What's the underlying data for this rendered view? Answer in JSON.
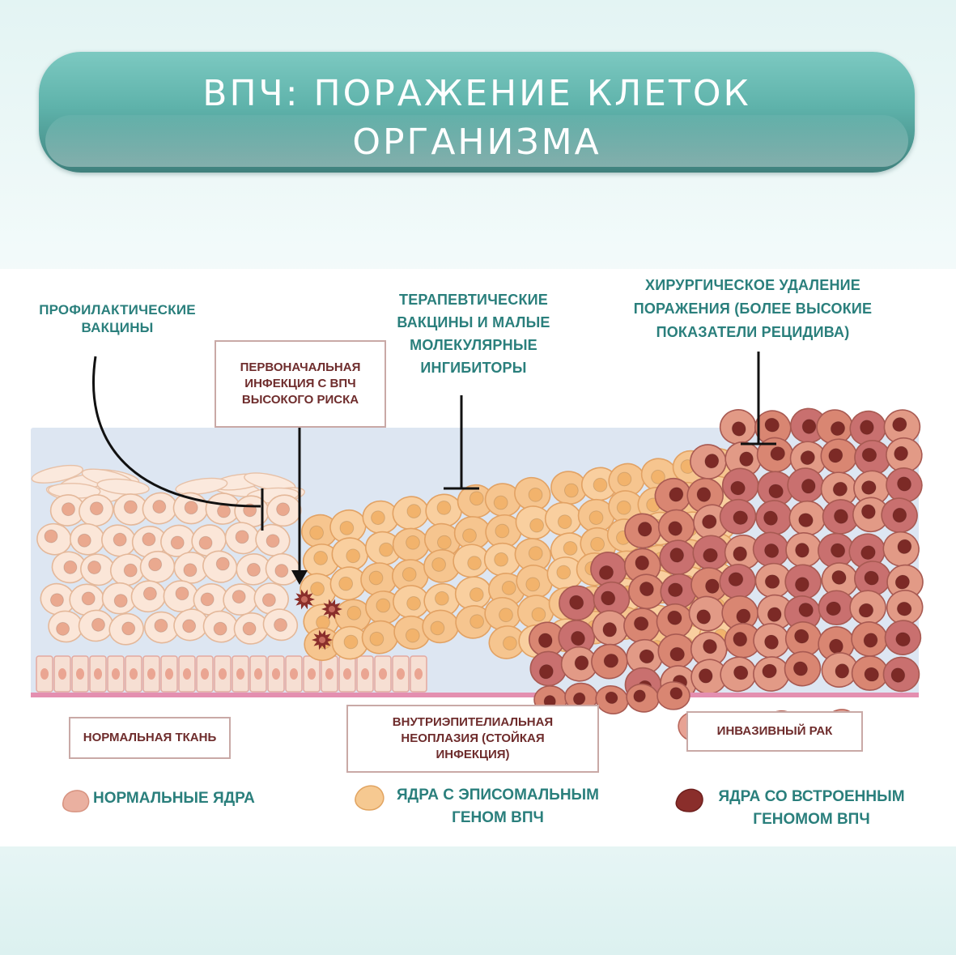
{
  "title": {
    "line1": "ВПЧ: ПОРАЖЕНИЕ КЛЕТОК",
    "line2": "ОРГАНИЗМА"
  },
  "labels": {
    "prophylactic": [
      "ПРОФИЛАКТИЧЕСКИЕ",
      "ВАКЦИНЫ"
    ],
    "initial_infection": [
      "ПЕРВОНАЧАЛЬНАЯ",
      "ИНФЕКЦИЯ С ВПЧ",
      "ВЫСОКОГО РИСКА"
    ],
    "therapeutic": [
      "ТЕРАПЕВТИЧЕСКИЕ",
      "ВАКЦИНЫ И МАЛЫЕ",
      "МОЛЕКУЛЯРНЫЕ",
      "ИНГИБИТОРЫ"
    ],
    "surgical": [
      "ХИРУРГИЧЕСКОЕ УДАЛЕНИЕ",
      "ПОРАЖЕНИЯ (БОЛЕЕ ВЫСОКИЕ",
      "ПОКАЗАТЕЛИ РЕЦИДИВА)"
    ]
  },
  "stages": {
    "normal": [
      "НОРМАЛЬНАЯ ТКАНЬ"
    ],
    "neoplasia": [
      "ВНУТРИЭПИТЕЛИАЛЬНАЯ",
      "НЕОПЛАЗИЯ (СТОЙКАЯ",
      "ИНФЕКЦИЯ)"
    ],
    "cancer": [
      "ИНВАЗИВНЫЙ РАК"
    ]
  },
  "legend": {
    "normal": [
      "НОРМАЛЬНЫЕ ЯДРА"
    ],
    "episomal": [
      "ЯДРА С ЭПИСОМАЛЬНЫМ",
      "ГЕНОМ ВПЧ"
    ],
    "integrated": [
      "ЯДРА СО ВСТРОЕННЫМ",
      "ГЕНОМОМ ВПЧ"
    ]
  },
  "colors": {
    "banner": "#5fb3ab",
    "label_teal": "#2a7f7c",
    "box_text": "#6e2c2c",
    "normal_nucleus": "#e9a98e",
    "episomal_nucleus": "#f1b46e",
    "integrated_nucleus": "#7a2a25"
  }
}
